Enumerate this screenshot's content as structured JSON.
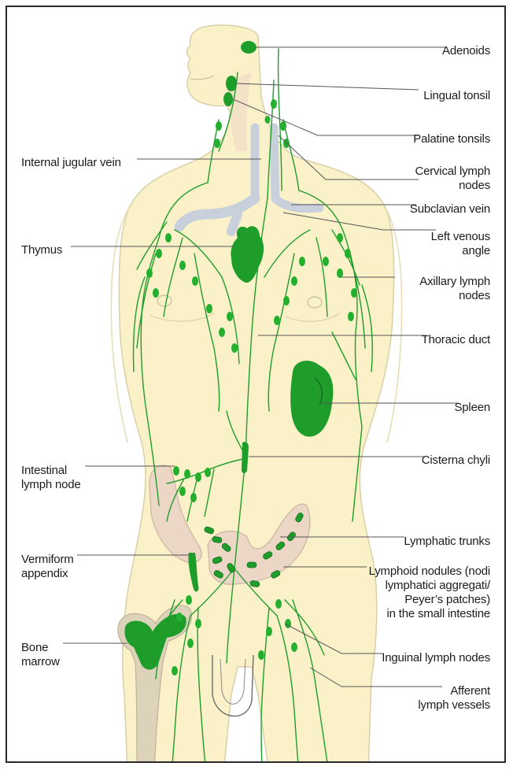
{
  "colors": {
    "skin": "#faf1c8",
    "skin_outline": "#d9cfa8",
    "lymph": "#1f9d2b",
    "node": "#24b02e",
    "vein": "#c8d0dc",
    "intestine": "#ecd7c7",
    "bone": "#d8cfb8",
    "leader": "#555555"
  },
  "labels": {
    "adenoids": "Adenoids",
    "lingual_tonsil": "Lingual tonsil",
    "palatine_tonsils": "Palatine tonsils",
    "internal_jugular_vein": "Internal jugular vein",
    "cervical_lymph_nodes_1": "Cervical lymph",
    "cervical_lymph_nodes_2": "nodes",
    "subclavian_vein": "Subclavian vein",
    "thymus": "Thymus",
    "left_venous_angle_1": "Left venous",
    "left_venous_angle_2": "angle",
    "axillary_lymph_nodes_1": "Axillary lymph",
    "axillary_lymph_nodes_2": "nodes",
    "thoracic_duct": "Thoracic duct",
    "spleen": "Spleen",
    "intestinal_lymph_node_1": "Intestinal",
    "intestinal_lymph_node_2": "lymph node",
    "cisterna_chyli": "Cisterna chyli",
    "lymphatic_trunks": "Lymphatic trunks",
    "vermiform_appendix_1": "Vermiform",
    "vermiform_appendix_2": "appendix",
    "lymphoid_nodules_1": "Lymphoid nodules (nodi",
    "lymphoid_nodules_2": "lymphatici aggregati/",
    "lymphoid_nodules_3": "Peyer’s patches)",
    "lymphoid_nodules_4": "in the small intestine",
    "bone_marrow_1": "Bone",
    "bone_marrow_2": "marrow",
    "inguinal_lymph_nodes": "Inguinal lymph nodes",
    "afferent_lymph_vessels_1": "Afferent",
    "afferent_lymph_vessels_2": "lymph vessels"
  }
}
